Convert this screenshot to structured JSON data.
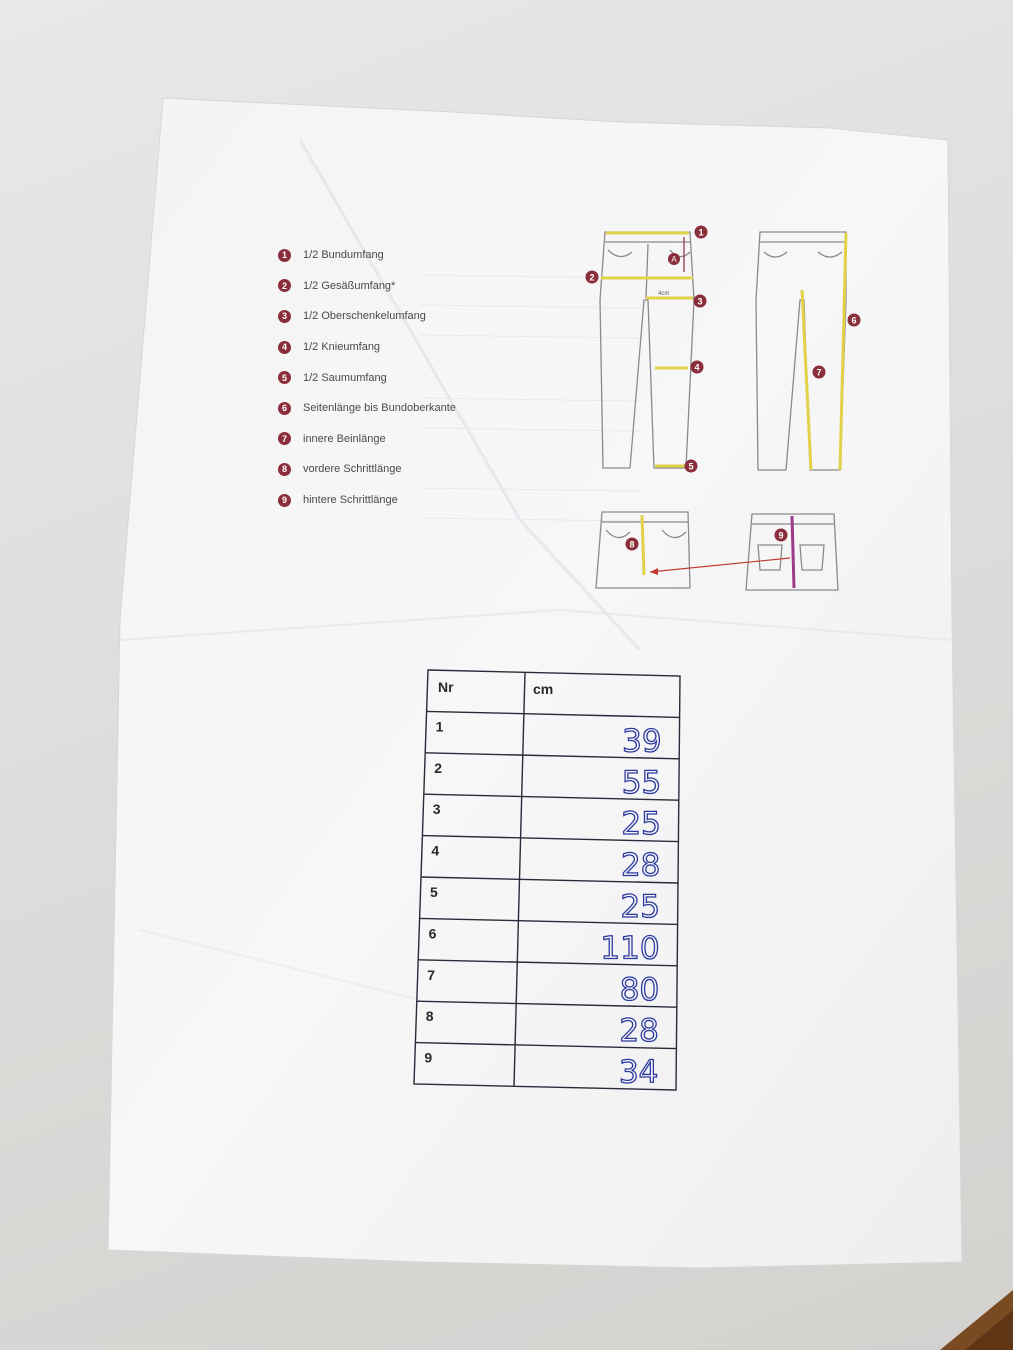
{
  "legend": [
    {
      "num": "1",
      "label": "1/2 Bundumfang"
    },
    {
      "num": "2",
      "label": "1/2 Gesäßumfang*"
    },
    {
      "num": "3",
      "label": "1/2 Oberschenkelumfang"
    },
    {
      "num": "4",
      "label": "1/2 Knieumfang"
    },
    {
      "num": "5",
      "label": "1/2 Saumumfang"
    },
    {
      "num": "6",
      "label": "Seitenlänge bis Bundoberkante"
    },
    {
      "num": "7",
      "label": "innere Beinlänge"
    },
    {
      "num": "8",
      "label": "vordere Schrittlänge"
    },
    {
      "num": "9",
      "label": "hintere Schrittlänge"
    }
  ],
  "diagram": {
    "marker_a": "A",
    "offset_label": "4cm",
    "front_markers": [
      "1",
      "2",
      "3",
      "4",
      "5"
    ],
    "side_markers": [
      "6",
      "7"
    ],
    "detail_markers": [
      "8",
      "9"
    ],
    "measure_color": "#e2d24a",
    "marker_color": "#8b2e3b",
    "crotch_color": "#9c3a8a"
  },
  "table": {
    "header": {
      "nr": "Nr",
      "cm": "cm"
    },
    "rows": [
      {
        "nr": "1",
        "cm": "39"
      },
      {
        "nr": "2",
        "cm": "55"
      },
      {
        "nr": "3",
        "cm": "25"
      },
      {
        "nr": "4",
        "cm": "28"
      },
      {
        "nr": "5",
        "cm": "25"
      },
      {
        "nr": "6",
        "cm": "110"
      },
      {
        "nr": "7",
        "cm": "80"
      },
      {
        "nr": "8",
        "cm": "28"
      },
      {
        "nr": "9",
        "cm": "34"
      }
    ],
    "handwriting_color": "#2c3aa0"
  }
}
